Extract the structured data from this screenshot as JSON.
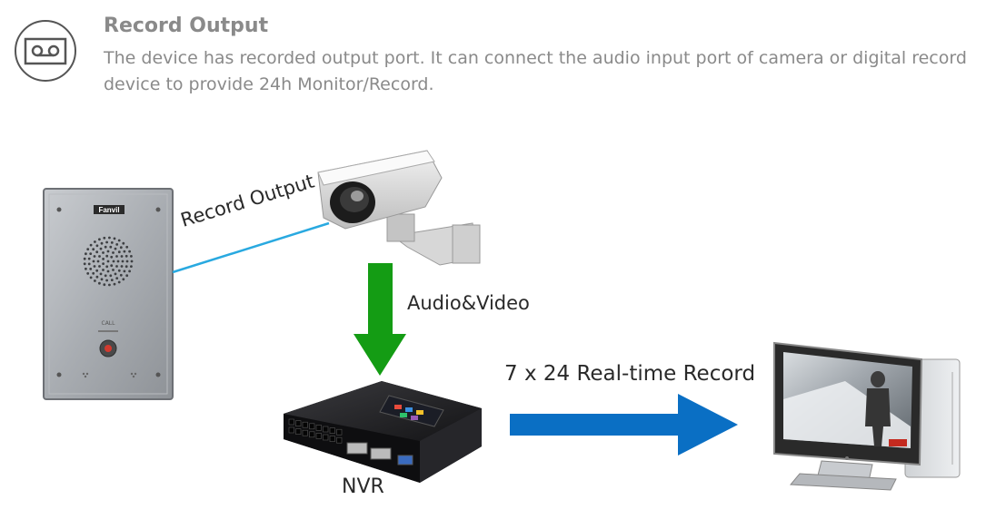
{
  "header": {
    "title": "Record Output",
    "description": "The device has recorded output port. It can connect the audio input port of camera or digital record device to provide 24h Monitor/Record.",
    "icon": "record-tape-icon"
  },
  "diagram": {
    "device_brand": "Fanvil",
    "device_call_label": "CALL",
    "link_label": "Record Output",
    "down_arrow_label": "Audio&Video",
    "nvr_label": "NVR",
    "right_arrow_label": "7 x 24 Real-time Record",
    "colors": {
      "link_line": "#29a9e0",
      "down_arrow": "#149c14",
      "right_arrow": "#0a6fc4"
    }
  }
}
